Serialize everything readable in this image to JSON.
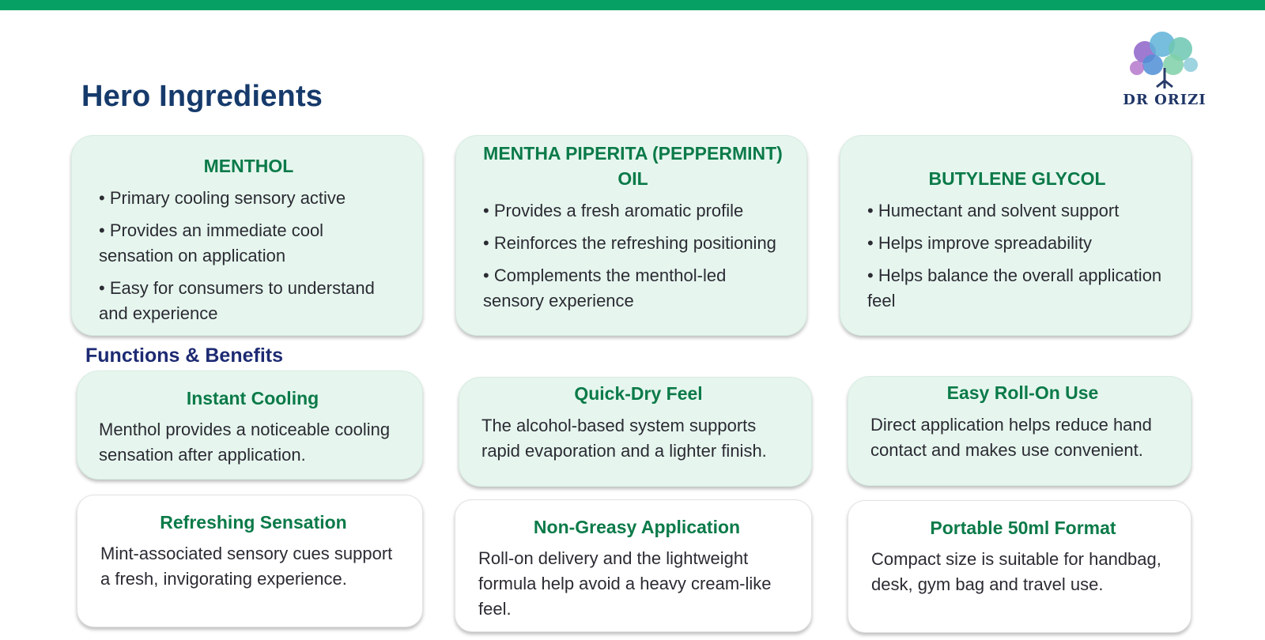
{
  "title": "Hero Ingredients",
  "logo": {
    "brand_text": "DR ORIZI"
  },
  "ingredients": [
    {
      "name": "MENTHOL",
      "points": [
        "Primary cooling sensory active",
        "Provides an immediate cool sensation on application",
        "Easy for consumers to understand and experience"
      ]
    },
    {
      "name": "MENTHA PIPERITA (PEPPERMINT) OIL",
      "points": [
        "Provides a fresh aromatic profile",
        "Reinforces the refreshing positioning",
        "Complements the menthol-led sensory experience"
      ]
    },
    {
      "name": "BUTYLENE GLYCOL",
      "points": [
        "Humectant and solvent support",
        "Helps improve spreadability",
        "Helps balance the overall application feel"
      ]
    }
  ],
  "functions_title": "Functions & Benefits",
  "benefits": [
    {
      "title": "Instant Cooling",
      "text": "Menthol provides a noticeable cooling sensation after application."
    },
    {
      "title": "Quick-Dry Feel",
      "text": "The alcohol-based system supports rapid evaporation and a lighter finish."
    },
    {
      "title": "Easy Roll-On Use",
      "text": "Direct application helps reduce hand contact and makes use convenient."
    },
    {
      "title": "Refreshing Sensation",
      "text": "Mint-associated sensory cues support a fresh, invigorating experience."
    },
    {
      "title": "Non-Greasy Application",
      "text": "Roll-on delivery and the lightweight formula help avoid a heavy cream-like feel."
    },
    {
      "title": "Portable 50ml Format",
      "text": "Compact size is suitable for handbag, desk, gym bag and travel use."
    }
  ],
  "colors": {
    "accent_bar": "#07a064",
    "title": "#163a6b",
    "card_title": "#0b7a49",
    "card_tint": "#e6f6ee"
  }
}
